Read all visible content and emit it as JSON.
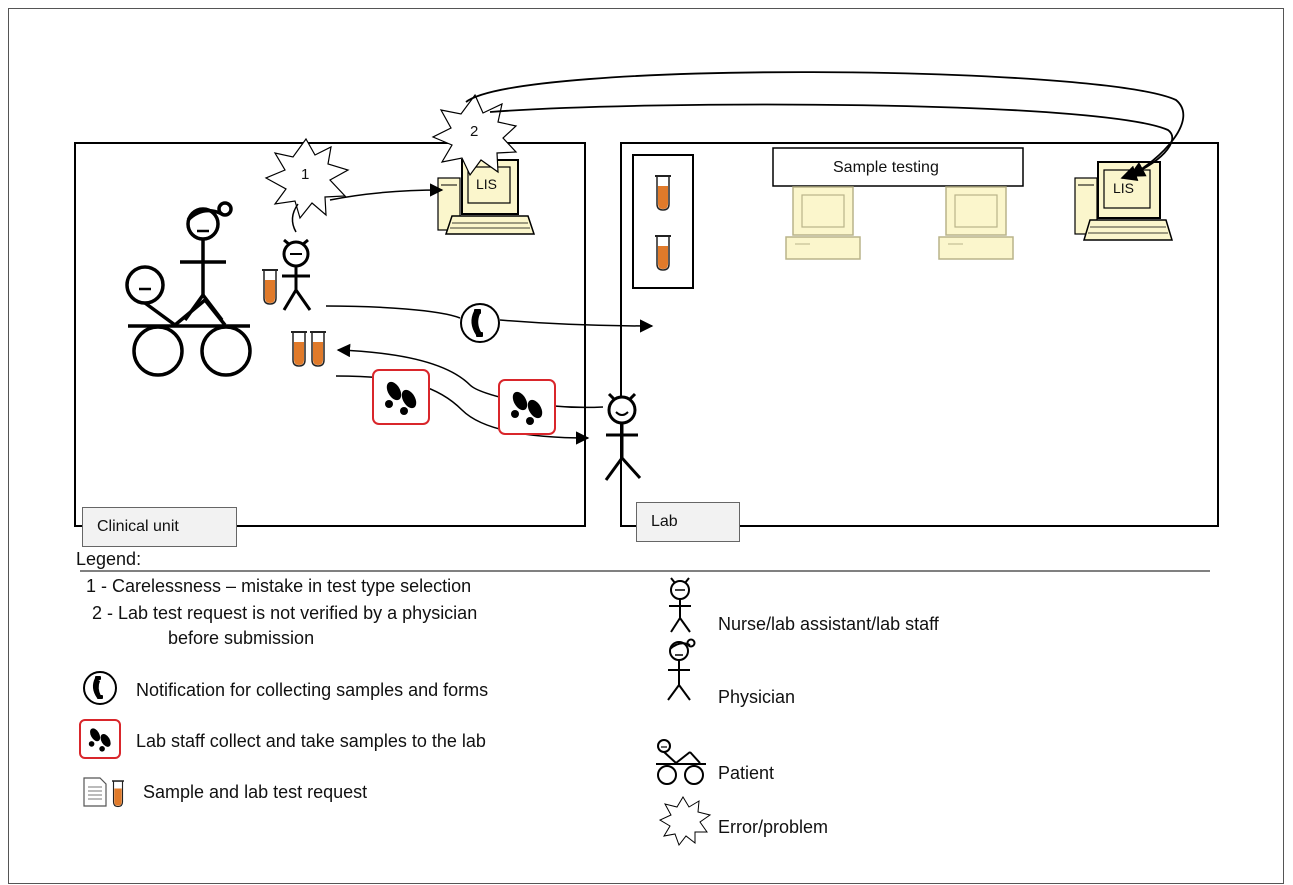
{
  "regions": {
    "clinical_unit": "Clinical unit",
    "lab": "Lab",
    "sample_testing": "Sample testing"
  },
  "system_label": "LIS",
  "errors": {
    "e1": "1",
    "e2": "2"
  },
  "legend": {
    "title": "Legend:",
    "item1": "1 - Carelessness – mistake in test type selection",
    "item2_line1": "2 - Lab test request is not verified by a physician",
    "item2_line2": "before submission",
    "phone": "Notification for collecting samples and forms",
    "steps": "Lab staff collect and take samples to the lab",
    "sample": "Sample and lab test request",
    "nurse": "Nurse/lab assistant/lab staff",
    "physician": "Physician",
    "patient": "Patient",
    "error": "Error/problem"
  },
  "colors": {
    "sample_fill": "#e07a2a",
    "terminal_fill": "#fbf6cc",
    "steps_border": "#d9262b"
  }
}
